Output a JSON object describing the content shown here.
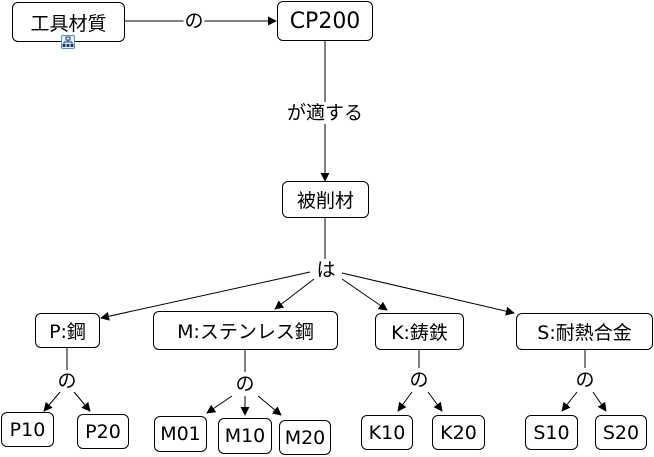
{
  "diagram": {
    "root": {
      "label": "工具材質",
      "icon": "mindmap-icon"
    },
    "root_relation": "の",
    "grade": {
      "label": "CP200"
    },
    "grade_relation": "が適する",
    "workpiece": {
      "label": "被削材"
    },
    "workpiece_relation": "は",
    "categories": [
      {
        "label": "P:鋼",
        "relation": "の",
        "children": [
          "P10",
          "P20"
        ]
      },
      {
        "label": "M:ステンレス鋼",
        "relation": "の",
        "children": [
          "M01",
          "M10",
          "M20"
        ]
      },
      {
        "label": "K:鋳鉄",
        "relation": "の",
        "children": [
          "K10",
          "K20"
        ]
      },
      {
        "label": "S:耐熱合金",
        "relation": "の",
        "children": [
          "S10",
          "S20"
        ]
      }
    ]
  }
}
